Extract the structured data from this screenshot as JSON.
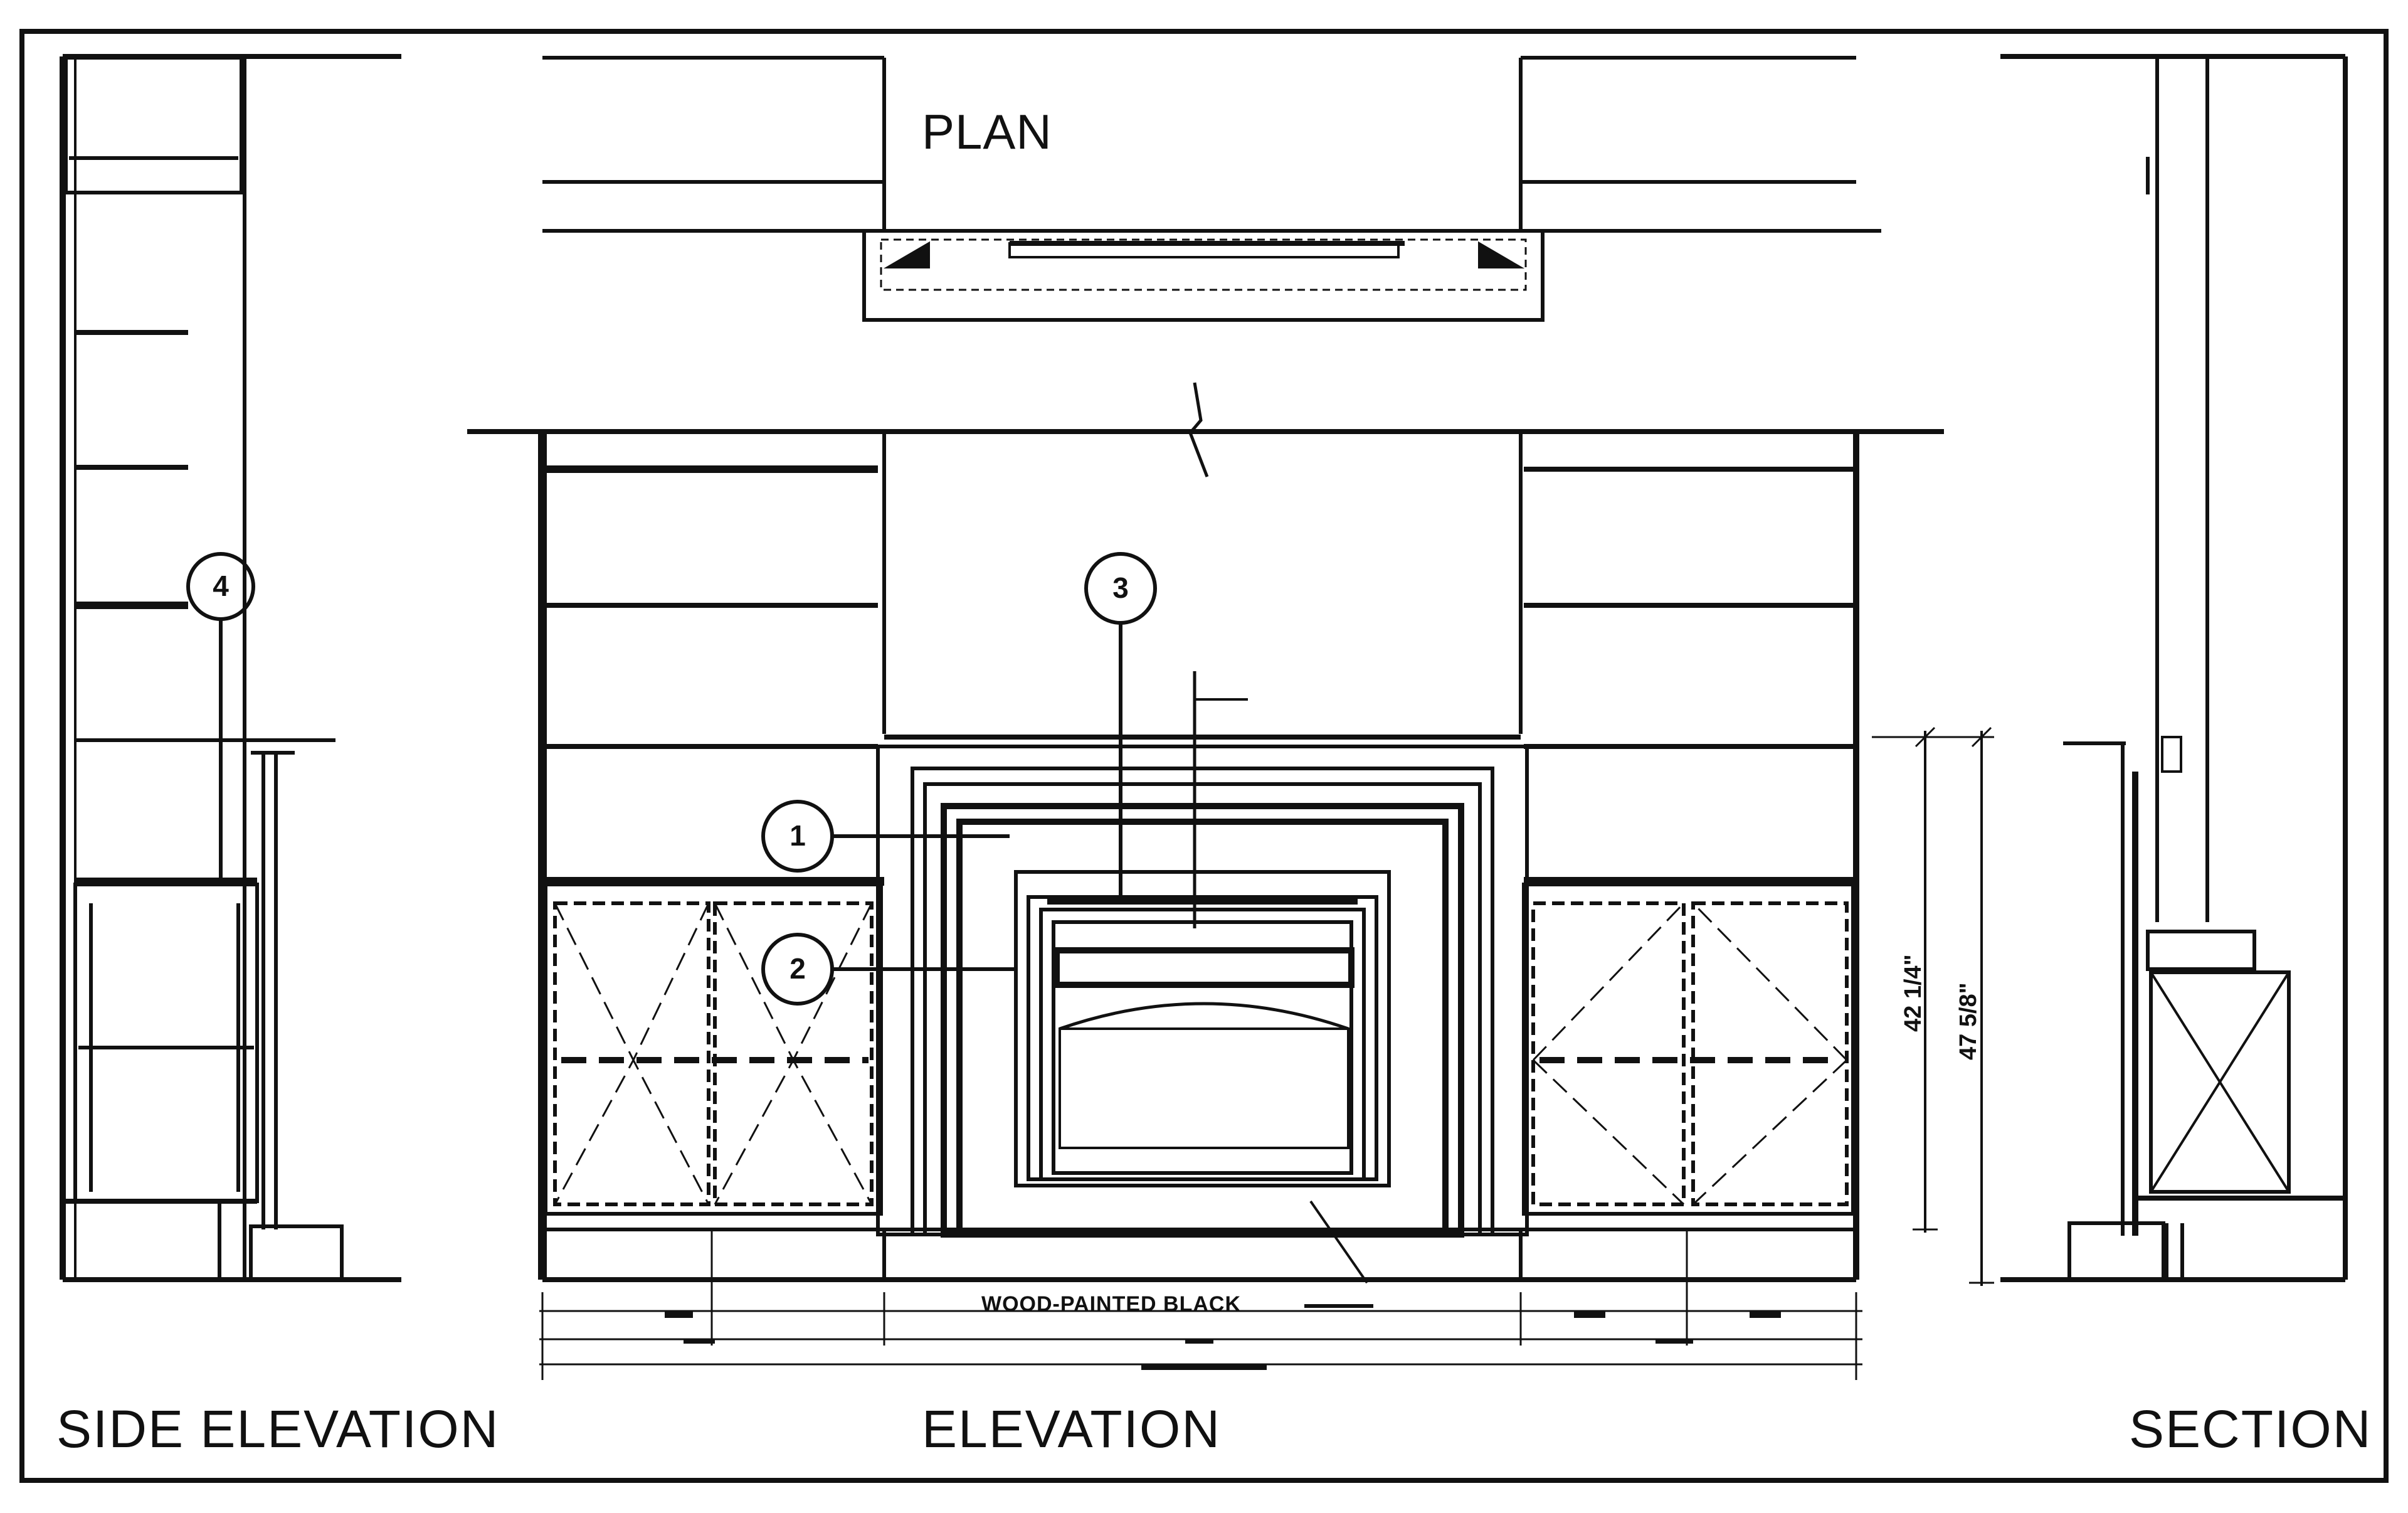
{
  "titles": {
    "plan": "PLAN",
    "side_elevation": "SIDE ELEVATION",
    "elevation": "ELEVATION",
    "section": "SECTION"
  },
  "callouts": [
    "1",
    "2",
    "3",
    "4"
  ],
  "notes": {
    "finish": "WOOD-PAINTED BLACK"
  },
  "dimensions": {
    "height_a": "42 1/4\"",
    "height_b": "47 5/8\""
  },
  "colors": {
    "ink": "#111111",
    "paper": "#ffffff"
  }
}
